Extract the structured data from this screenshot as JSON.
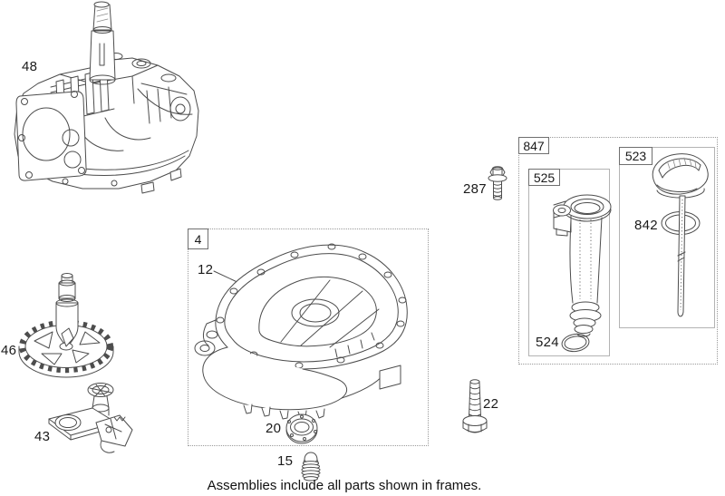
{
  "caption": "Assemblies include all parts shown in frames.",
  "labels": {
    "cylinder_block": "48",
    "camshaft_gear": "46",
    "governor": "43",
    "sump_frame": "4",
    "oil_sump": "12",
    "oil_seal": "20",
    "drain_plug": "15",
    "bolt_287": "287",
    "dipstick_assembly_frame": "847",
    "fill_tube_frame": "525",
    "tube_o_ring": "524",
    "dipstick_cap_frame": "523",
    "dipstick": "842",
    "sump_bolt": "22"
  },
  "colors": {
    "background": "#ffffff",
    "line_art": "#4d4d4d",
    "frame_border": "#9a9a9a",
    "label_text": "#1a1a1a"
  }
}
